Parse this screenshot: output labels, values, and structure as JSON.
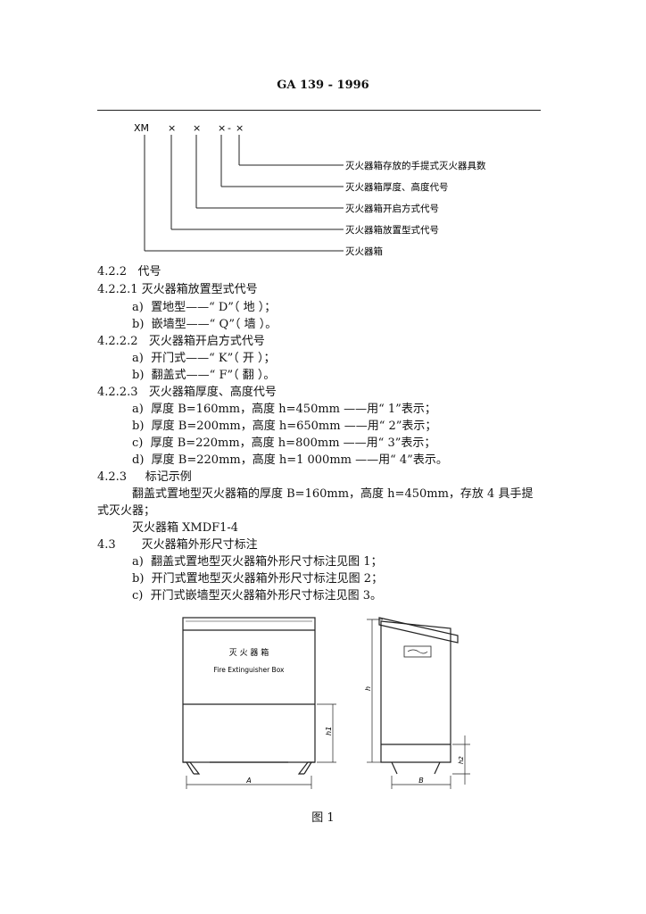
{
  "header": {
    "title": "GA 139 - 1996"
  },
  "code": {
    "prefix": "XM",
    "slots": [
      "×",
      "×",
      "×",
      "-",
      "×"
    ],
    "notes": [
      "灭火器箱存放的手提式灭火器具数",
      "灭火器箱厚度、高度代号",
      "灭火器箱开启方式代号",
      "灭火器箱放置型式代号",
      "灭火器箱"
    ]
  },
  "sections": [
    {
      "num": "4.2.2",
      "title": "代号"
    },
    {
      "num": "4.2.2.1",
      "title": "灭火器箱放置型式代号"
    },
    {
      "mark": "a)",
      "text": "置地型——“ D”（ 地 ）；"
    },
    {
      "mark": "b)",
      "text": "嵌墙型——“ Q”（ 墙 ）。"
    },
    {
      "num": "4.2.2.2",
      "title": "灭火器箱开启方式代号"
    },
    {
      "mark": "a)",
      "text": "开门式——“ K”（ 开 ）；"
    },
    {
      "mark": "b)",
      "text": "翻盖式——“ F”（ 翻 ）。"
    },
    {
      "num": "4.2.2.3",
      "title": "灭火器箱厚度、高度代号"
    },
    {
      "mark": "a)",
      "text": "厚度 B=160mm，高度 h=450mm ——用“ 1”表示；"
    },
    {
      "mark": "b)",
      "text": "厚度 B=200mm，高度 h=650mm ——用“ 2”表示；"
    },
    {
      "mark": "c)",
      "text": "厚度 B=220mm，高度 h=800mm ——用“ 3”表示；"
    },
    {
      "mark": "d)",
      "text": "厚度 B=220mm，高度 h=1 000mm ——用“ 4”表示。"
    },
    {
      "num": "4.2.3",
      "title": "标记示例"
    },
    {
      "para": "翻盖式置地型灭火器箱的厚度 B=160mm，高度 h=450mm，存放 4 具手提"
    },
    {
      "para_cont": "式灭火器；"
    },
    {
      "para": "灭火器箱    XMDF1-4"
    },
    {
      "num": "4.3",
      "title": "灭火器箱外形尺寸标注"
    },
    {
      "mark": "a)",
      "text": "翻盖式置地型灭火器箱外形尺寸标注见图 1；"
    },
    {
      "mark": "b)",
      "text": "开门式置地型灭火器箱外形尺寸标注见图 2；"
    },
    {
      "mark": "c)",
      "text": "开门式嵌墙型灭火器箱外形尺寸标注见图 3。"
    }
  ],
  "figure": {
    "box_label_cn": "灭  火  器  箱",
    "box_label_en": "Fire  Extinguisher  Box",
    "dim_A": "A",
    "dim_B": "B",
    "dim_h": "h",
    "dim_h1": "h1",
    "dim_h2": "h2",
    "caption": "图 1"
  }
}
